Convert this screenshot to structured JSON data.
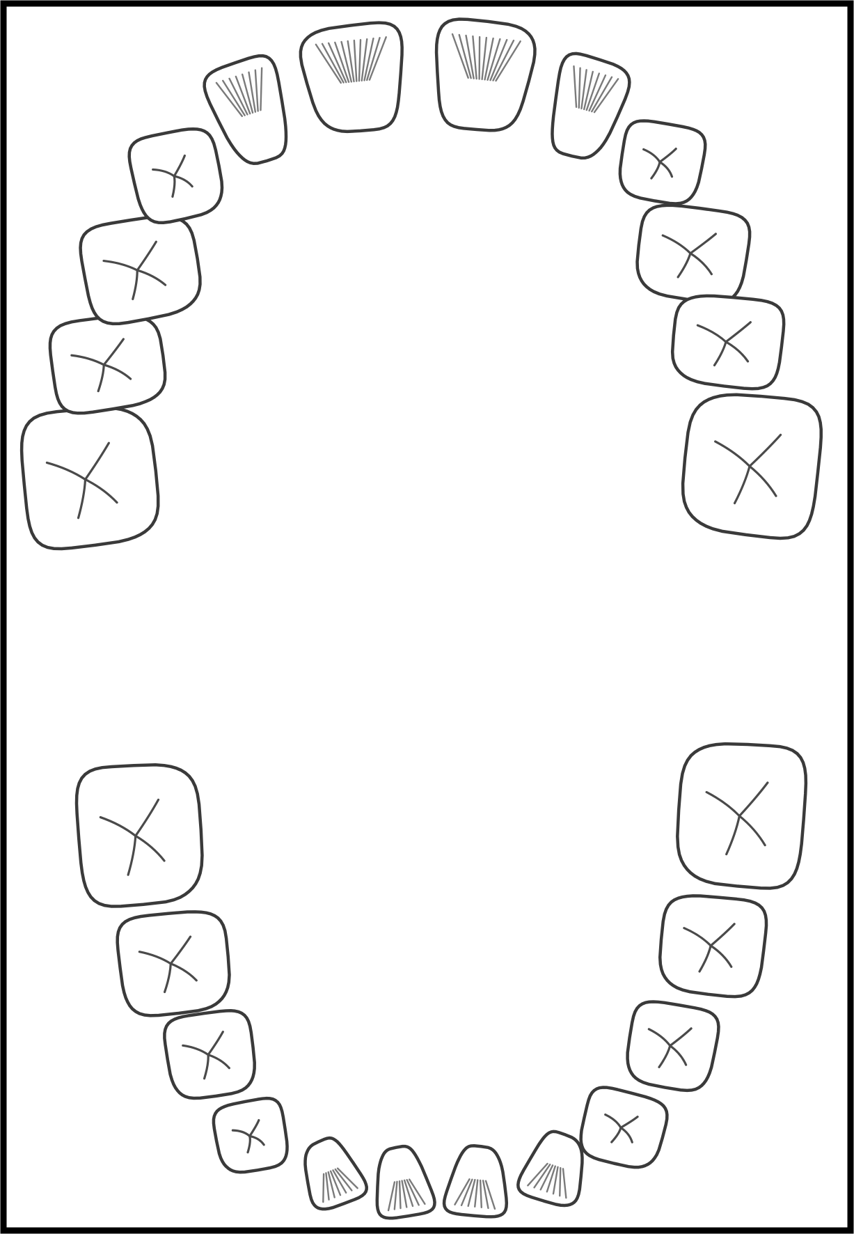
{
  "chart": {
    "arches": [
      {
        "name": "upper",
        "teeth": [
          {
            "id": "u-r-molar-2",
            "kind": "molar"
          },
          {
            "id": "u-r-molar-1",
            "kind": "molar"
          },
          {
            "id": "u-r-premolar-2",
            "kind": "premolar"
          },
          {
            "id": "u-r-premolar-1",
            "kind": "premolar"
          },
          {
            "id": "u-r-canine",
            "kind": "canine"
          },
          {
            "id": "u-r-lateral",
            "kind": "incisor"
          },
          {
            "id": "u-r-central",
            "kind": "incisor"
          },
          {
            "id": "u-l-central",
            "kind": "incisor"
          },
          {
            "id": "u-l-lateral",
            "kind": "incisor"
          },
          {
            "id": "u-l-canine",
            "kind": "canine"
          },
          {
            "id": "u-l-premolar-1",
            "kind": "premolar"
          },
          {
            "id": "u-l-premolar-2",
            "kind": "premolar"
          },
          {
            "id": "u-l-molar-1",
            "kind": "molar"
          },
          {
            "id": "u-l-molar-2",
            "kind": "molar"
          }
        ]
      },
      {
        "name": "lower",
        "teeth": [
          {
            "id": "l-r-molar-2",
            "kind": "molar"
          },
          {
            "id": "l-r-molar-1",
            "kind": "molar"
          },
          {
            "id": "l-r-premolar",
            "kind": "premolar"
          },
          {
            "id": "l-r-canine",
            "kind": "canine"
          },
          {
            "id": "l-r-lateral",
            "kind": "incisor"
          },
          {
            "id": "l-r-central",
            "kind": "incisor"
          },
          {
            "id": "l-l-central",
            "kind": "incisor"
          },
          {
            "id": "l-l-lateral",
            "kind": "incisor"
          },
          {
            "id": "l-l-canine",
            "kind": "canine"
          },
          {
            "id": "l-l-premolar",
            "kind": "premolar"
          },
          {
            "id": "l-l-molar-1",
            "kind": "molar"
          },
          {
            "id": "l-l-molar-2",
            "kind": "molar"
          }
        ]
      }
    ]
  }
}
